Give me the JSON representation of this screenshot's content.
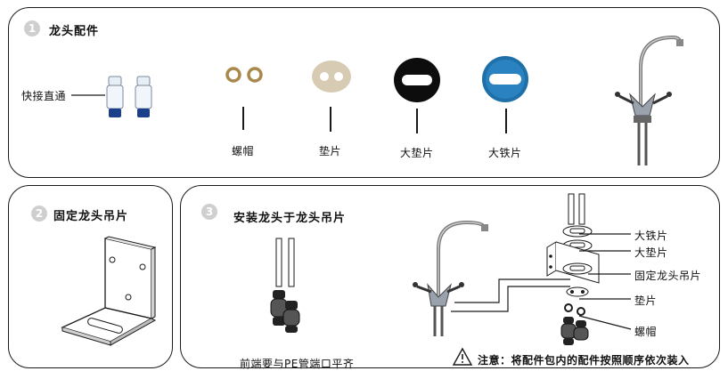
{
  "panel1": {
    "number": "1",
    "title": "龙头配件",
    "labels": {
      "connector": "快接直通",
      "nut": "螺帽",
      "gasket": "垫片",
      "large_gasket": "大垫片",
      "large_iron": "大铁片"
    }
  },
  "panel2": {
    "number": "2",
    "title": "固定龙头吊片"
  },
  "panel3": {
    "number": "3",
    "title": "安装龙头于龙头吊片",
    "pipe_note": "前端要与PE管端口平齐",
    "callouts": {
      "large_iron": "大铁片",
      "large_gasket": "大垫片",
      "bracket": "固定龙头吊片",
      "gasket": "垫片",
      "nut": "螺帽"
    },
    "warning": "注意：将配件包内的配件按照顺序依次装入"
  },
  "colors": {
    "stroke": "#1a1a1a",
    "badge": "#cfcfcf",
    "blue_disc": "#1f6fa8",
    "beige": "#d8cbb3"
  }
}
